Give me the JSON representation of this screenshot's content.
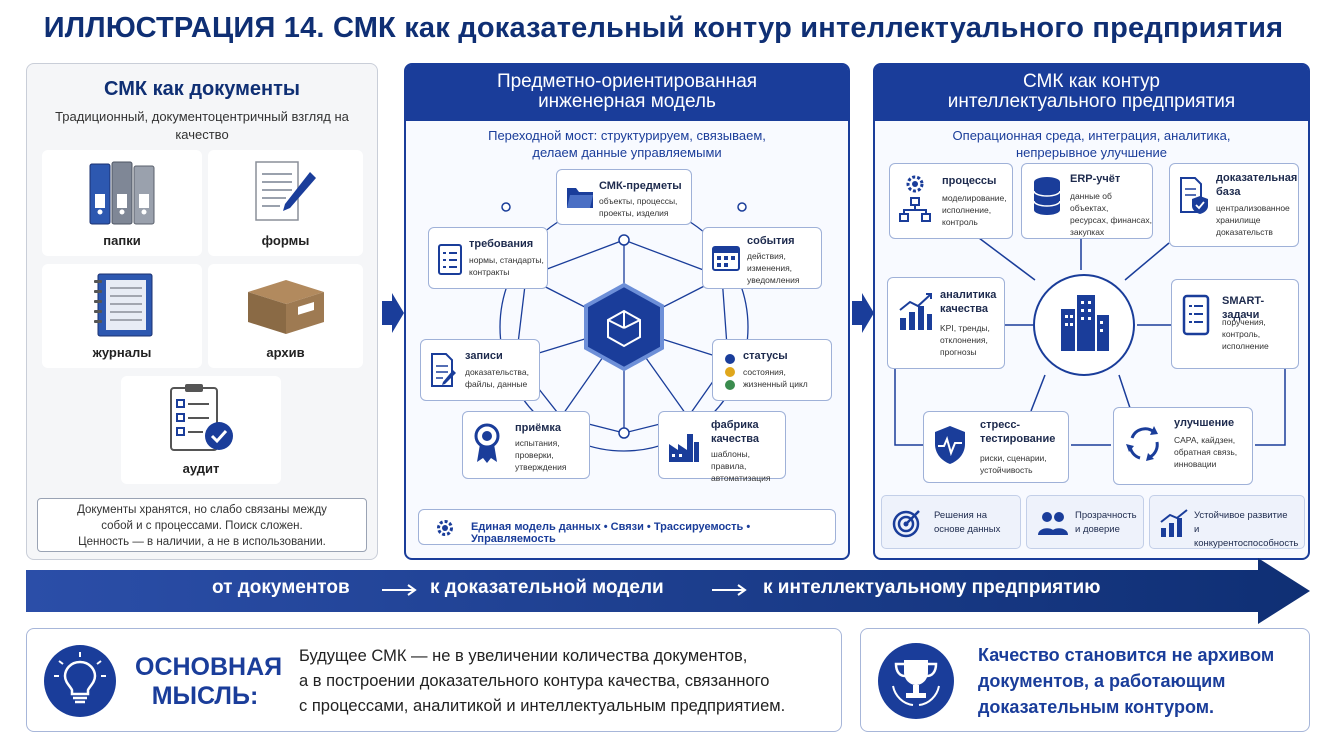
{
  "title": "ИЛЛЮСТРАЦИЯ 14. СМК как доказательный контур интеллектуального предприятия",
  "panel1": {
    "title": "СМК как документы",
    "subtitle_l1": "Традиционный, документоцентричный",
    "subtitle_l2": "взгляд на качество",
    "tiles": [
      "папки",
      "формы",
      "журналы",
      "архив",
      "аудит"
    ],
    "note_l1": "Документы хранятся, но слабо связаны между",
    "note_l2": "собой и с процессами. Поиск сложен.",
    "note_l3": "Ценность — в наличии, а не в использовании."
  },
  "panel2": {
    "head_l1": "Предметно-ориентированная",
    "head_l2": "инженерная модель",
    "sub_l1": "Переходной мост: структурируем, связываем,",
    "sub_l2": "делаем данные управляемыми",
    "cards": {
      "subjects": {
        "title": "СМК-предметы",
        "d1": "объекты, процессы,",
        "d2": "проекты, изделия"
      },
      "requirements": {
        "title": "требования",
        "d1": "нормы, стандарты,",
        "d2": "контракты"
      },
      "events": {
        "title": "события",
        "d1": "действия,",
        "d2": "изменения,",
        "d3": "уведомления"
      },
      "records": {
        "title": "записи",
        "d1": "доказательства,",
        "d2": "файлы, данные"
      },
      "statuses": {
        "title": "статусы",
        "d1": "состояния,",
        "d2": "жизненный цикл"
      },
      "acceptance": {
        "title": "приёмка",
        "d1": "испытания,",
        "d2": "проверки,",
        "d3": "утверждения"
      },
      "factory": {
        "t1": "фабрика",
        "t2": "качества",
        "d1": "шаблоны, правила,",
        "d2": "автоматизация"
      }
    },
    "footer": "Единая модель данных • Связи • Трассируемость • Управляемость"
  },
  "panel3": {
    "head_l1": "СМК как контур",
    "head_l2": "интеллектуального предприятия",
    "sub_l1": "Операционная среда, интеграция, аналитика,",
    "sub_l2": "непрерывное улучшение",
    "cards": {
      "processes": {
        "title": "процессы",
        "d1": "моделирование,",
        "d2": "исполнение,",
        "d3": "контроль"
      },
      "erp": {
        "title": "ERP-учёт",
        "d1": "данные об объектах,",
        "d2": "ресурсах, финансах,",
        "d3": "закупках"
      },
      "evidence": {
        "t1": "доказательная",
        "t2": "база",
        "d1": "централизованное",
        "d2": "хранилище",
        "d3": "доказательств"
      },
      "analytics": {
        "t1": "аналитика",
        "t2": "качества",
        "d1": "KPI, тренды,",
        "d2": "отклонения,",
        "d3": "прогнозы"
      },
      "smart": {
        "title": "SMART-задачи",
        "d1": "поручения,",
        "d2": "контроль,",
        "d3": "исполнение"
      },
      "stress": {
        "t1": "стресс-",
        "t2": "тестирование",
        "d1": "риски, сценарии,",
        "d2": "устойчивость"
      },
      "improvement": {
        "title": "улучшение",
        "d1": "CAPA, кайдзен,",
        "d2": "обратная связь,",
        "d3": "инновации"
      }
    },
    "bottom": [
      {
        "l1": "Решения на",
        "l2": "основе данных"
      },
      {
        "l1": "Прозрачность",
        "l2": "и доверие"
      },
      {
        "l1": "Устойчивое развитие",
        "l2": "и конкурентоспособность"
      }
    ]
  },
  "arrow": {
    "t1": "от документов",
    "t2": "к доказательной модели",
    "t3": "к интеллектуальному предприятию"
  },
  "main": {
    "label_l1": "ОСНОВНАЯ",
    "label_l2": "МЫСЛЬ:",
    "text_l1": "Будущее СМК — не в увеличении количества документов,",
    "text_l2": "а в построении доказательного контура качества, связанного",
    "text_l3": "с процессами, аналитикой и интеллектуальным предприятием."
  },
  "quote": {
    "l1": "Качество становится не архивом",
    "l2": "документов, а работающим",
    "l3": "доказательным контуром."
  },
  "colors": {
    "primary": "#1a3d9a",
    "dark": "#0f2f74",
    "panel_gray": "#f5f6f8"
  }
}
